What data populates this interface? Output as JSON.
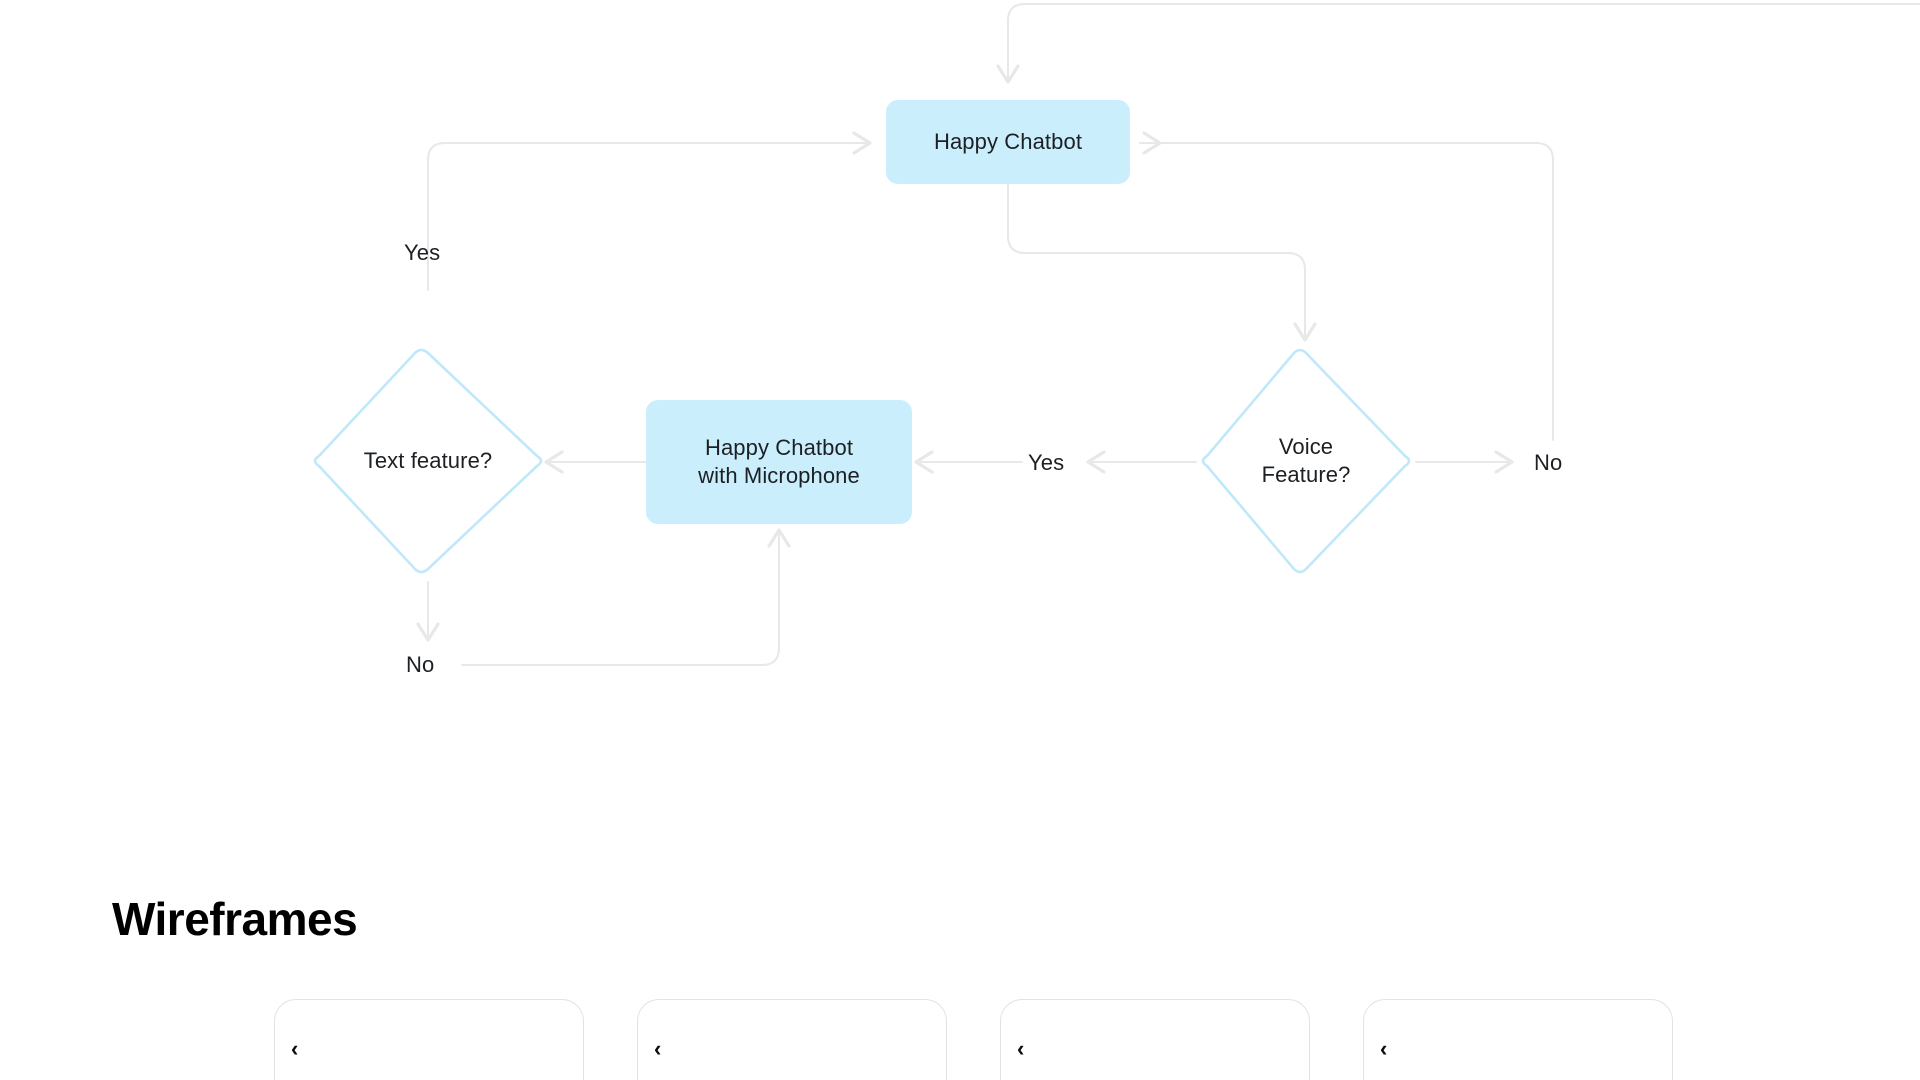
{
  "diagram": {
    "type": "flowchart",
    "nodes": [
      {
        "id": "happy-chatbot",
        "shape": "process",
        "label": "Happy Chatbot",
        "fill": "#cbeefd"
      },
      {
        "id": "text-feature",
        "shape": "decision",
        "label": "Text feature?",
        "stroke": "#bfe8fa"
      },
      {
        "id": "happy-chatbot-mic",
        "shape": "process",
        "label_line1": "Happy Chatbot",
        "label_line2": "with Microphone",
        "fill": "#cbeefd"
      },
      {
        "id": "voice-feature",
        "shape": "decision",
        "label_line1": "Voice",
        "label_line2": "Feature?",
        "stroke": "#bfe8fa"
      }
    ],
    "edge_labels": {
      "text_feature_yes": "Yes",
      "text_feature_no": "No",
      "voice_feature_yes": "Yes",
      "voice_feature_no": "No"
    },
    "connector_color": "#e8e8e8"
  },
  "wireframes": {
    "title": "Wireframes",
    "cards": [
      {
        "back_icon": "chevron-left-icon",
        "back_label": "‹",
        "has_avatar": false
      },
      {
        "back_icon": "chevron-left-icon",
        "back_label": "‹",
        "has_avatar": true
      },
      {
        "back_icon": "chevron-left-icon",
        "back_label": "‹",
        "has_avatar": true
      },
      {
        "back_icon": "chevron-left-icon",
        "back_label": "‹",
        "has_avatar": true
      }
    ]
  }
}
